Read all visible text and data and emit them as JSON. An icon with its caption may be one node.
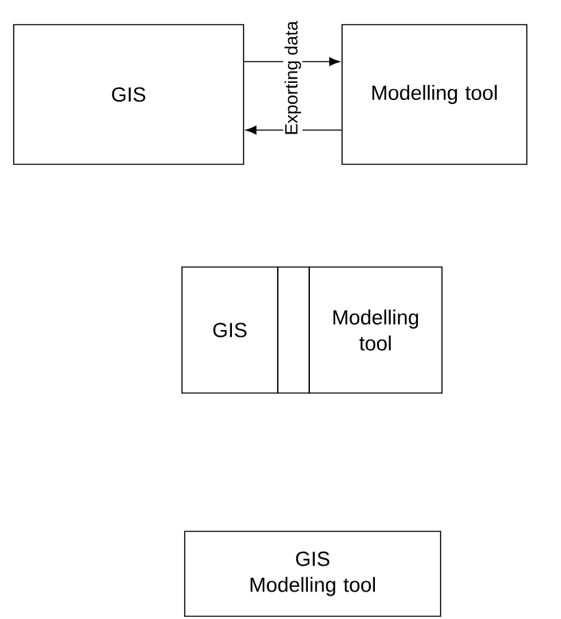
{
  "diagram": {
    "nodes": [
      {
        "text": [
          "GIS"
        ]
      },
      {
        "text": [
          "Modelling tool"
        ]
      },
      {
        "text": [
          "GIS"
        ]
      },
      {
        "text": [],
        "shape": "box"
      },
      {
        "text": [
          "Modelling tool"
        ]
      },
      {
        "text": [
          "GIS",
          "Modelling tool"
        ]
      }
    ],
    "edges": [
      {
        "from": 0,
        "to": 1,
        "arrow": "to"
      },
      {
        "from": 1,
        "to": 0,
        "arrow": "to"
      }
    ],
    "labels": [
      "Exporting data"
    ]
  }
}
